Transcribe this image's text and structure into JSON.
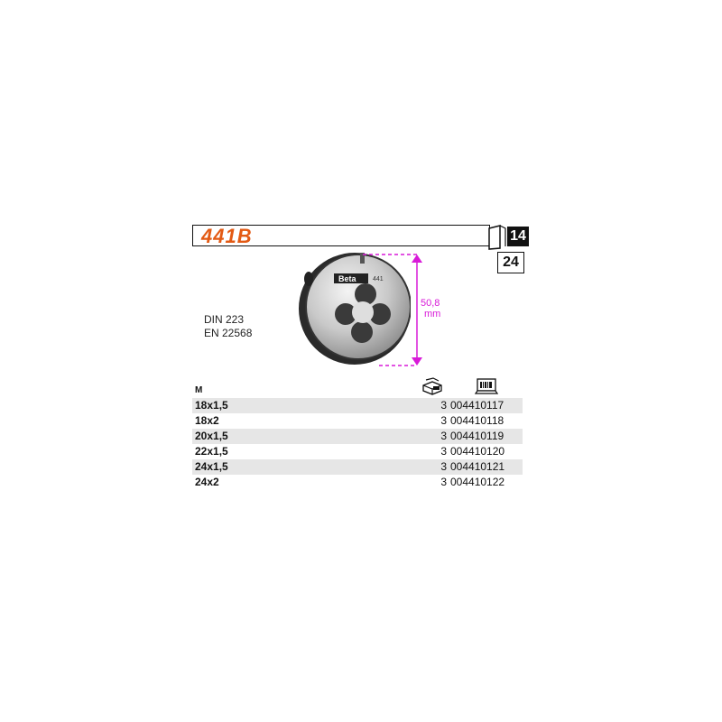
{
  "header": {
    "product_code": "441B",
    "badge_top": "14",
    "badge_bottom": "24"
  },
  "standards": [
    "DIN 223",
    "EN 22568"
  ],
  "product_image": {
    "brand": "Beta",
    "model_marking": "441",
    "dimension_value": "50,8",
    "dimension_unit": "mm",
    "dimension_color": "#d81ad8"
  },
  "table": {
    "size_header": "M",
    "pack_icon": "package-icon",
    "code_icon": "barcode-computer-icon",
    "rows": [
      {
        "size": "18x1,5",
        "qty": "3",
        "code": "004410117"
      },
      {
        "size": "18x2",
        "qty": "3",
        "code": "004410118"
      },
      {
        "size": "20x1,5",
        "qty": "3",
        "code": "004410119"
      },
      {
        "size": "22x1,5",
        "qty": "3",
        "code": "004410120"
      },
      {
        "size": "24x1,5",
        "qty": "3",
        "code": "004410121"
      },
      {
        "size": "24x2",
        "qty": "3",
        "code": "004410122"
      }
    ]
  },
  "colors": {
    "accent": "#e35a14",
    "row_shade": "#e6e6e6"
  }
}
